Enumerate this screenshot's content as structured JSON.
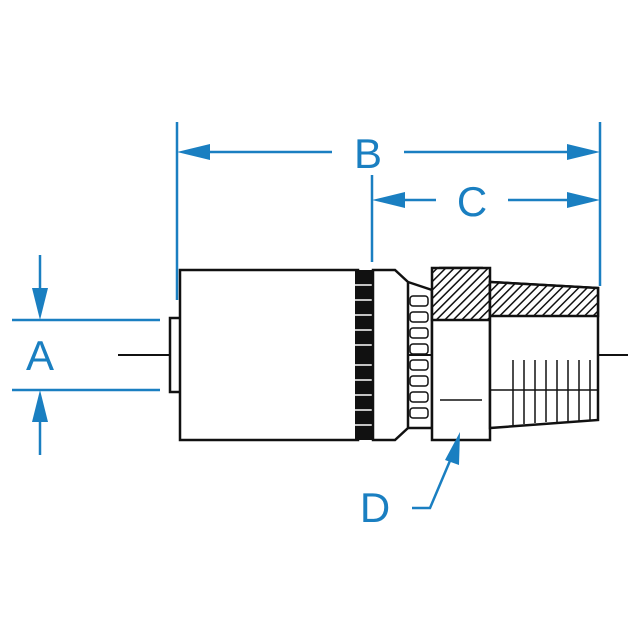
{
  "dimensions": {
    "a": "A",
    "b": "B",
    "c": "C",
    "d": "D"
  },
  "colors": {
    "dimension": "#1a7fc1",
    "outline": "#111111"
  }
}
